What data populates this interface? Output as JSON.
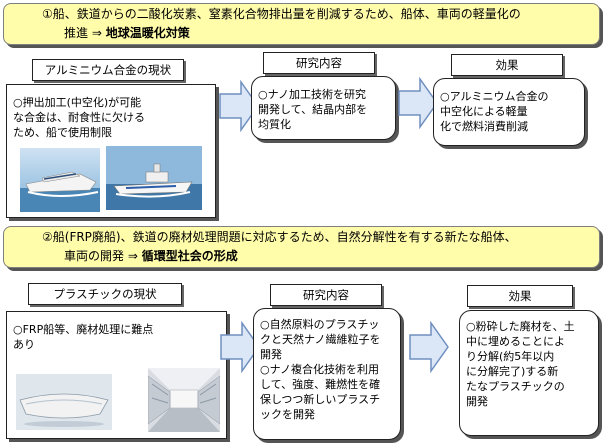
{
  "section1": {
    "headline_line1": "①船、鉄道からの二酸化炭素、窒素化合物排出量を削減するため、船体、車両の軽量化の",
    "headline_line2_prefix": "推進 ⇒ ",
    "headline_line2_bold": "地球温暖化対策",
    "col1_title": "アルミニウム合金の現状",
    "col1_text": "○押出加工(中空化)が可能\nな合金は、耐食性に欠ける\nため、船で使用制限",
    "col2_title": "研究内容",
    "col2_text": "○ナノ加工技術を研究\n開発して、結晶内部を\n均質化",
    "col3_title": "効果",
    "col3_text": "○アルミニウム合金の\n中空化による軽量\n化で燃料消費削減"
  },
  "section2": {
    "headline_line1": "②船(FRP廃船)、鉄道の廃材処理問題に対応するため、自然分解性を有する新たな船体、",
    "headline_line2_prefix": "車両の開発 ⇒ ",
    "headline_line2_bold": "循環型社会の形成",
    "col1_title": "プラスチックの現状",
    "col1_text": "○FRP船等、廃材処理に難点\nあり",
    "col2_title": "研究内容",
    "col2_text": "○自然原料のプラスチッ\nクと天然ナノ繊維粒子を\n開発\n○ナノ複合化技術を利用\nして、強度、難燃性を確\n保しつつ新しいプラスチ\nックを開発",
    "col3_title": "効果",
    "col3_text": "○粉砕した廃材を、土\n中に埋めることによ\nり分解(約5年以内\nに分解完了)する新\nたなプラスチックの\n開発"
  },
  "colors": {
    "band_fill": "#fffcaa",
    "arrow_fill": "#dbe7f7",
    "arrow_stroke": "#6f8fbf",
    "sea": "#4a86b5"
  }
}
